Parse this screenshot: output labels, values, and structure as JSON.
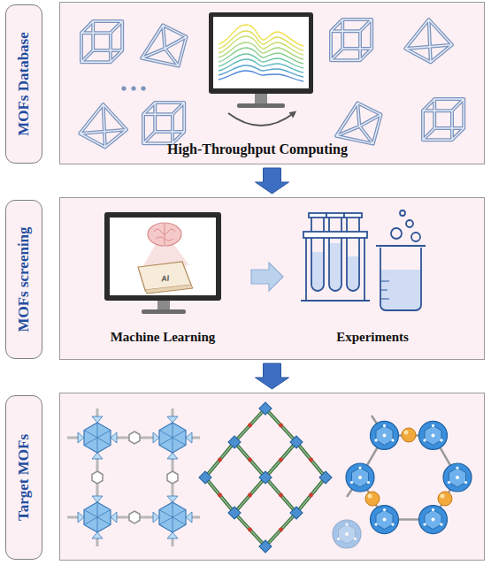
{
  "diagram": {
    "nodes": [
      {
        "text": [
          "MOFs Database",
          "High-Throughput Computing"
        ]
      },
      {
        "text": [
          "MOFs screening",
          "Machine Learning",
          "Experiments"
        ]
      },
      {
        "text": [
          "Target MOFs"
        ]
      }
    ],
    "edges": [
      {
        "from": 0,
        "to": 1,
        "arrow": "to"
      },
      {
        "from": 1,
        "to": 2,
        "arrow": "to"
      }
    ],
    "labels": [
      "AI"
    ]
  }
}
